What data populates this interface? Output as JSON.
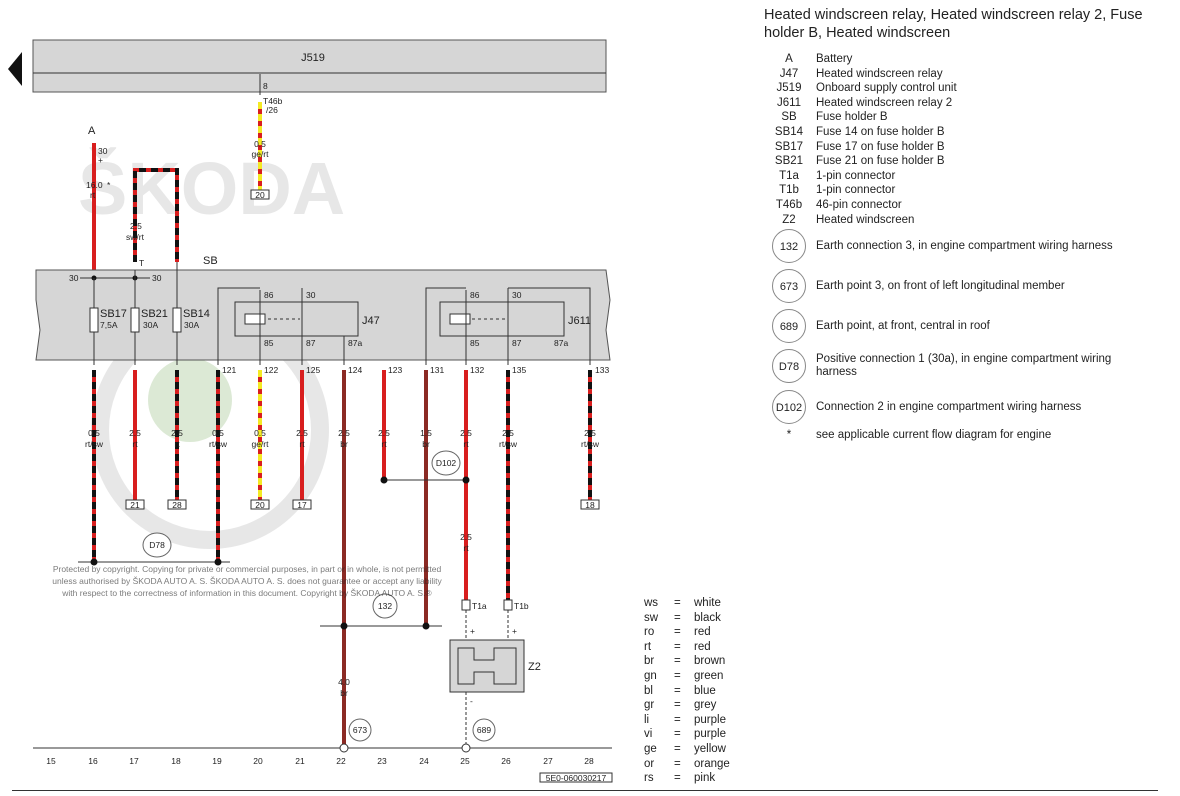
{
  "title": "Heated windscreen relay, Heated windscreen relay 2, Fuse holder B, Heated windscreen",
  "legend": [
    {
      "code": "A",
      "desc": "Battery"
    },
    {
      "code": "J47",
      "desc": "Heated windscreen relay"
    },
    {
      "code": "J519",
      "desc": "Onboard supply control unit"
    },
    {
      "code": "J611",
      "desc": "Heated windscreen relay 2"
    },
    {
      "code": "SB",
      "desc": "Fuse holder B"
    },
    {
      "code": "SB14",
      "desc": "Fuse 14 on fuse holder B"
    },
    {
      "code": "SB17",
      "desc": "Fuse 17 on fuse holder B"
    },
    {
      "code": "SB21",
      "desc": "Fuse 21 on fuse holder B"
    },
    {
      "code": "T1a",
      "desc": "1-pin connector"
    },
    {
      "code": "T1b",
      "desc": "1-pin connector"
    },
    {
      "code": "T46b",
      "desc": "46-pin connector"
    },
    {
      "code": "Z2",
      "desc": "Heated windscreen"
    }
  ],
  "legend_circles": [
    {
      "code": "132",
      "desc": "Earth connection 3, in engine compartment wiring harness"
    },
    {
      "code": "673",
      "desc": "Earth point 3, on front of left longitudinal member"
    },
    {
      "code": "689",
      "desc": "Earth point, at front, central in roof"
    },
    {
      "code": "D78",
      "desc": "Positive connection 1 (30a), in engine compartment wiring harness"
    },
    {
      "code": "D102",
      "desc": "Connection 2 in engine compartment wiring harness"
    }
  ],
  "legend_note": {
    "code": "*",
    "desc": "see applicable current flow diagram for engine"
  },
  "abbreviations": [
    {
      "k": "ws",
      "v": "white"
    },
    {
      "k": "sw",
      "v": "black"
    },
    {
      "k": "ro",
      "v": "red"
    },
    {
      "k": "rt",
      "v": "red"
    },
    {
      "k": "br",
      "v": "brown"
    },
    {
      "k": "gn",
      "v": "green"
    },
    {
      "k": "bl",
      "v": "blue"
    },
    {
      "k": "gr",
      "v": "grey"
    },
    {
      "k": "li",
      "v": "purple"
    },
    {
      "k": "vi",
      "v": "purple"
    },
    {
      "k": "ge",
      "v": "yellow"
    },
    {
      "k": "or",
      "v": "orange"
    },
    {
      "k": "rs",
      "v": "pink"
    }
  ],
  "diagram": {
    "top_unit": "J519",
    "t46b_pin": "8",
    "t46b_label": [
      "T46b",
      "/26"
    ],
    "top_wire": [
      "0.5",
      "ge/rt"
    ],
    "top_ref": "20",
    "battery": "A",
    "battery_terms": [
      "30",
      "+"
    ],
    "battery_wire": [
      "16.0",
      "rt"
    ],
    "battery_wire_star": "*",
    "sb21_feed": [
      "2.5",
      "sw/rt"
    ],
    "sb21_feed_t": "T",
    "fuse_holder": "SB",
    "bus_30_left": "30",
    "bus_30_right": "30",
    "fuses": [
      {
        "name": "SB17",
        "rating": "7,5A"
      },
      {
        "name": "SB21",
        "rating": "30A"
      },
      {
        "name": "SB14",
        "rating": "30A"
      }
    ],
    "relay1": {
      "name": "J47",
      "pins": [
        "86",
        "30",
        "85",
        "87",
        "87a"
      ]
    },
    "relay2": {
      "name": "J611",
      "pins": [
        "86",
        "30",
        "85",
        "87",
        "87a"
      ]
    },
    "pins_out": [
      "121",
      "122",
      "125",
      "124",
      "123",
      "131",
      "132",
      "135",
      "133"
    ],
    "wires": [
      [
        "0.5",
        "rt/sw"
      ],
      [
        "2.5",
        "rt"
      ],
      [
        "2.5",
        "rt"
      ],
      [
        "0.5",
        "rt/sw"
      ],
      [
        "0.5",
        "ge/rt"
      ],
      [
        "2.5",
        "rt"
      ],
      [
        "2.5",
        "br"
      ],
      [
        "2.5",
        "rt"
      ],
      [
        "1.5",
        "br"
      ],
      [
        "2.5",
        "rt"
      ],
      [
        "2.5",
        "rt/sw"
      ],
      [
        "2.5",
        "rt/sw"
      ]
    ],
    "refs": [
      "21",
      "28",
      "20",
      "17",
      "18"
    ],
    "d102": "D102",
    "d78": "D78",
    "e132": "132",
    "e673": "673",
    "e689": "689",
    "wire_z2": [
      "2.5",
      "rt"
    ],
    "wire_earth": [
      "4.0",
      "br"
    ],
    "t1a": "T1a",
    "t1b": "T1b",
    "z2": "Z2",
    "plus": "+",
    "minus": "-",
    "columns": [
      "15",
      "16",
      "17",
      "18",
      "19",
      "20",
      "21",
      "22",
      "23",
      "24",
      "25",
      "26",
      "27",
      "28"
    ],
    "doc_code": "5E0-060030217",
    "watermark_brand": "ŠKODA",
    "copyright": [
      "Protected by copyright. Copying for private or commercial purposes, in part or in whole, is not permitted",
      "unless authorised by ŠKODA AUTO A. S. ŠKODA AUTO A. S. does not guarantee or accept any liability",
      "with respect to the correctness of information in this document. Copyright by ŠKODA AUTO A. S.®"
    ]
  },
  "colors": {
    "red": "#d81e1e",
    "black": "#111111",
    "yellow": "#f4ea24",
    "brown": "#8b2a24",
    "panel": "#d6d6d6"
  }
}
